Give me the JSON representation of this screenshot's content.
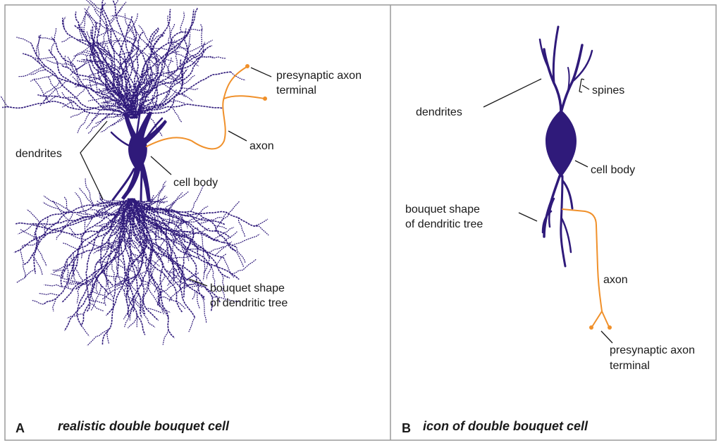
{
  "panels": {
    "a": {
      "letter": "A",
      "caption": "realistic double bouquet cell",
      "labels": {
        "presynaptic_line1": "presynaptic axon",
        "presynaptic_line2": "terminal",
        "axon": "axon",
        "dendrites": "dendrites",
        "cell_body": "cell body",
        "bouquet_line1": "bouquet shape",
        "bouquet_line2": "of dendritic tree"
      }
    },
    "b": {
      "letter": "B",
      "caption": "icon of double bouquet cell",
      "labels": {
        "spines": "spines",
        "dendrites": "dendrites",
        "cell_body": "cell body",
        "bouquet_line1": "bouquet shape",
        "bouquet_line2": "of dendritic tree",
        "axon": "axon",
        "presynaptic_line1": "presynaptic axon",
        "presynaptic_line2": "terminal"
      }
    }
  },
  "colors": {
    "neuron": "#2f1a7a",
    "axon": "#f0902a",
    "border": "#9a9a9a",
    "text": "#1a1a1a"
  }
}
